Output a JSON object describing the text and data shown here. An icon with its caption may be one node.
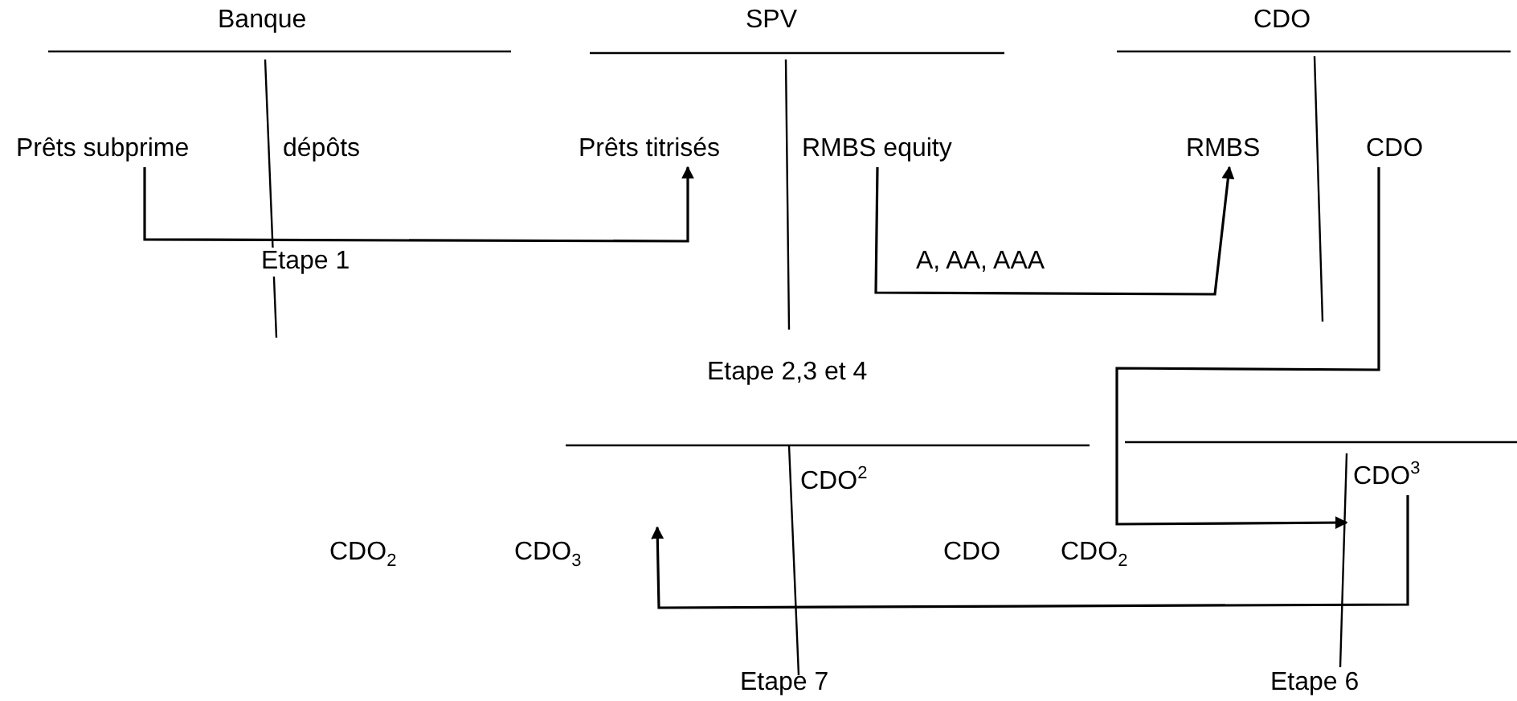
{
  "diagram": {
    "nodes": [
      {
        "text": [
          "Prêts subprime"
        ]
      },
      {
        "text": [
          "Prêts titrisés"
        ]
      },
      {
        "text": [
          "RMBS equity"
        ]
      },
      {
        "text": [
          "RMBS"
        ]
      },
      {
        "text": [
          "CDO"
        ]
      },
      {
        "text": [
          "CDO$^{3}$"
        ]
      }
    ],
    "edges": [
      {
        "from": 0,
        "to": 1,
        "arrow": "to",
        "label": "Etape 1"
      },
      {
        "from": 2,
        "to": 3,
        "arrow": "to",
        "label": "A, AA, AAA"
      },
      {
        "from": 4,
        "to": 5,
        "arrow": "to"
      },
      {
        "from": 5,
        "to": null,
        "arrow": "to"
      }
    ],
    "labels": [
      "Banque",
      "SPV",
      "CDO",
      "dépôts",
      "Etape 2,3 et 4",
      "CDO$^{2}$",
      "CDO$_{2}$",
      "CDO$_{3}$",
      "CDO",
      "CDO$_{2}$",
      "Etape 7",
      "Etape 6"
    ]
  }
}
